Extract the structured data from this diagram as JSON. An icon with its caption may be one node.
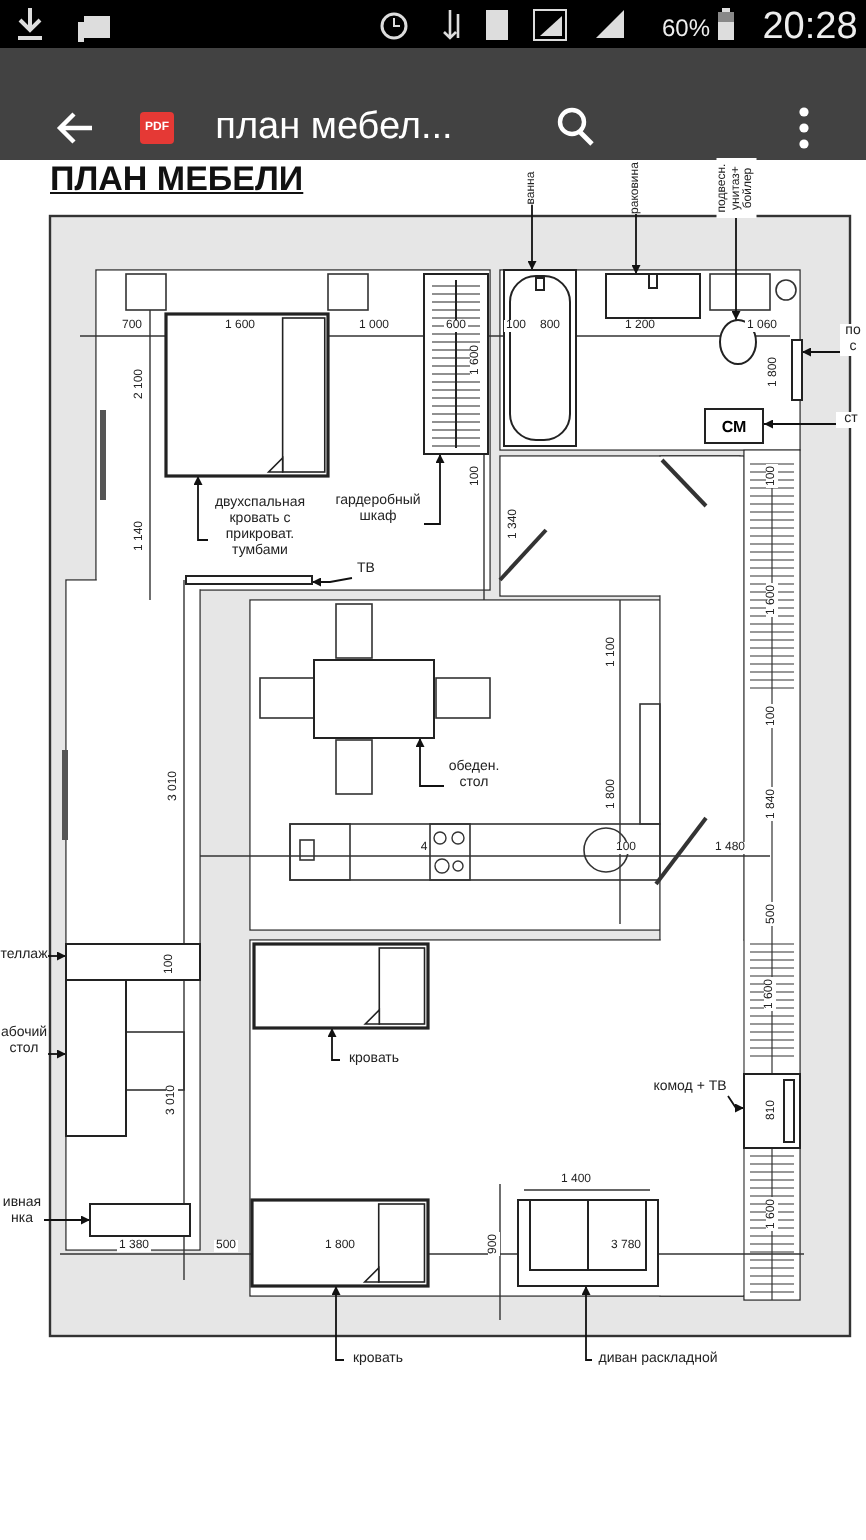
{
  "diagram": {
    "title": "ПЛАН МЕБЕЛИ",
    "nodes": [
      {
        "text": [
          "ванна"
        ]
      },
      {
        "text": [
          "раковина"
        ]
      },
      {
        "text": [
          "подвесн. унитаз+ бойлер"
        ]
      },
      {
        "text": [],
        "shape": "picture"
      },
      {
        "text": [],
        "shape": "picture"
      },
      {
        "text": [],
        "shape": "circle"
      },
      {
        "text": [
          "по с"
        ]
      },
      {
        "text": [],
        "shape": "box"
      },
      {
        "text": [
          "СМ"
        ]
      },
      {
        "text": [
          "ст"
        ]
      },
      {
        "text": [],
        "shape": "picture"
      },
      {
        "text": [],
        "shape": "picture"
      },
      {
        "text": [
          "двухспальная кровать с прикроват. тумбами"
        ]
      },
      {
        "text": [
          "гардеробный шкаф"
        ]
      },
      {
        "text": [
          "ТВ"
        ]
      },
      {
        "text": [],
        "shape": "box"
      },
      {
        "text": [],
        "shape": "box"
      },
      {
        "text": [
          "обеден. стол"
        ]
      },
      {
        "text": [
          "теллаж"
        ]
      },
      {
        "text": [],
        "shape": "box"
      },
      {
        "text": [
          "абочий стол"
        ]
      },
      {
        "text": [],
        "shape": "box"
      },
      {
        "text": [],
        "shape": "picture"
      },
      {
        "text": [
          "кровать"
        ]
      },
      {
        "text": [
          "комод + ТВ"
        ]
      },
      {
        "text": [],
        "shape": "picture"
      },
      {
        "text": [
          "ивная нка"
        ]
      },
      {
        "text": [],
        "shape": "box"
      },
      {
        "text": [],
        "shape": "picture"
      },
      {
        "text": [],
        "shape": "picture"
      },
      {
        "text": [
          "кровать"
        ]
      },
      {
        "text": [
          "диван раскладной"
        ]
      }
    ],
    "edges": [
      {
        "from": 0,
        "to": 3,
        "arrow": "to"
      },
      {
        "from": 1,
        "to": 4,
        "arrow": "to"
      },
      {
        "from": 2,
        "to": 5,
        "arrow": "to"
      },
      {
        "from": 6,
        "to": 7,
        "arrow": "to"
      },
      {
        "from": 9,
        "to": 8,
        "arrow": "to"
      },
      {
        "from": 12,
        "to": 10,
        "arrow": "to"
      },
      {
        "from": 13,
        "to": 11,
        "arrow": "to"
      },
      {
        "from": 14,
        "to": 15,
        "arrow": "to"
      },
      {
        "from": 17,
        "to": 16,
        "arrow": "to"
      },
      {
        "from": 18,
        "to": 19,
        "arrow": "to"
      },
      {
        "from": 20,
        "to": 21,
        "arrow": "to"
      },
      {
        "from": 23,
        "to": 22,
        "arrow": "to"
      },
      {
        "from": 24,
        "to": 25,
        "arrow": "to"
      },
      {
        "from": 26,
        "to": 27,
        "arrow": "to"
      },
      {
        "from": 30,
        "to": 28,
        "arrow": "to"
      },
      {
        "from": 31,
        "to": 29,
        "arrow": "to"
      }
    ],
    "labels": [
      "60%",
      "20:28",
      "PDF",
      "план мебел...",
      "700",
      "1 600",
      "1 000",
      "600",
      "100",
      "800",
      "1 200",
      "1 060",
      "2 100",
      "1 600",
      "1 800",
      "100",
      "100",
      "1 140",
      "1 340",
      "1 600",
      "1 100",
      "100",
      "3 010",
      "1 800",
      "1 840",
      "4",
      "100",
      "1 480",
      "500",
      "100",
      "1 600",
      "3 010",
      "810",
      "1 400",
      "900",
      "1 600",
      "1 380",
      "500",
      "1 800",
      "3 780"
    ]
  }
}
